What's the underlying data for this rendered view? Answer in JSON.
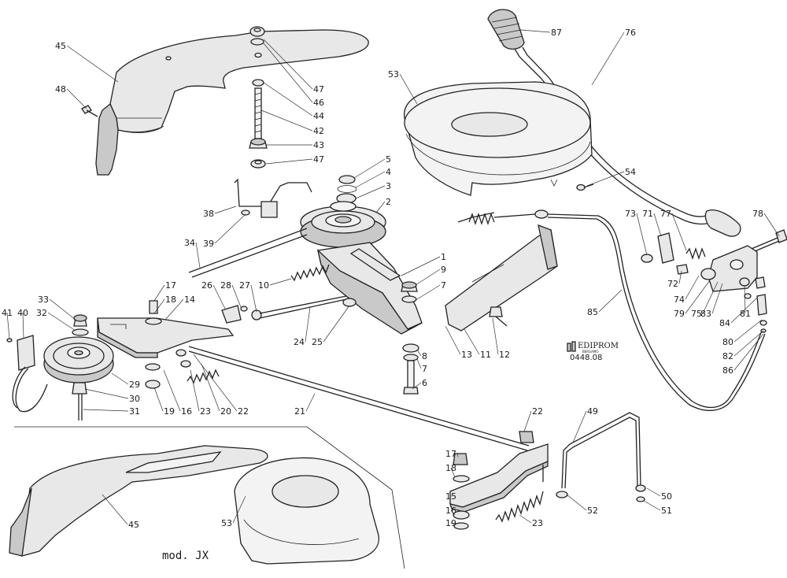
{
  "labels": [
    "45",
    "48",
    "47",
    "46",
    "44",
    "42",
    "43",
    "47",
    "87",
    "76",
    "53",
    "5",
    "4",
    "3",
    "2",
    "38",
    "39",
    "34",
    "54",
    "73",
    "71",
    "77",
    "78",
    "1",
    "9",
    "7",
    "10",
    "17",
    "18",
    "14",
    "26",
    "28",
    "27",
    "33",
    "32",
    "41",
    "40",
    "24",
    "25",
    "72",
    "74",
    "79",
    "75",
    "83",
    "81",
    "84",
    "80",
    "82",
    "86",
    "85",
    "13",
    "11",
    "12",
    "8",
    "7",
    "6",
    "29",
    "30",
    "31",
    "19",
    "16",
    "23",
    "20",
    "22",
    "21",
    "22",
    "49",
    "17",
    "18",
    "15",
    "16",
    "19",
    "23",
    "52",
    "50",
    "51",
    "45",
    "53"
  ],
  "model_label": "mod. JX",
  "brand": {
    "name": "EDIPROM",
    "sub": "BERGAMO",
    "code": "0448.08"
  }
}
